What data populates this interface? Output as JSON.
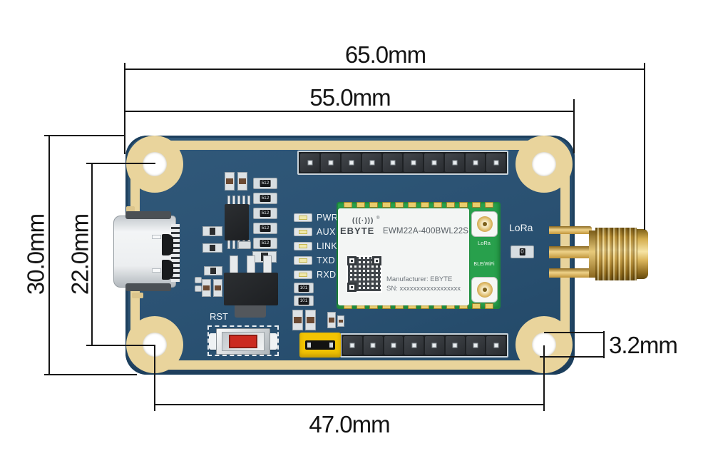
{
  "annotations": {
    "total_width": "65.0mm",
    "board_width": "55.0mm",
    "board_height": "30.0mm",
    "hole_vertical_spacing": "22.0mm",
    "hole_horizontal_spacing": "47.0mm",
    "hole_diameter": "3.2mm"
  },
  "board": {
    "silkscreen_rst": "RST",
    "silkscreen_lora": "LoRa",
    "led_labels": [
      "PWR",
      "AUX",
      "LINK",
      "TXD",
      "RXD"
    ],
    "resistor_marking_512": "512",
    "resistor_marking_101": "101",
    "resistor_marking_0": "0",
    "headers": {
      "top_pin_count": 10,
      "bottom_pin_count": 8
    }
  },
  "module": {
    "brand": "EBYTE",
    "model": "EWM22A-400BWL22S",
    "antenna_icon_glyph": "(((·)))",
    "registered_mark": "®",
    "rf_port_1": "LoRa",
    "rf_port_2": "BLE/WiFi",
    "manufacturer_line": "Manufacturer: EBYTE",
    "serial_line": "SN: xxxxxxxxxxxxxxxxxx",
    "pad_count_top": 12,
    "pad_count_bottom": 12
  },
  "colors": {
    "pcb_blue": "#2a5172",
    "gold_trace": "#e9d49c",
    "module_green": "#28a04c",
    "jumper_yellow": "#f2c402",
    "button_red": "#cb2a20",
    "sma_gold": "#d9b254",
    "dimension_line": "#151515"
  }
}
